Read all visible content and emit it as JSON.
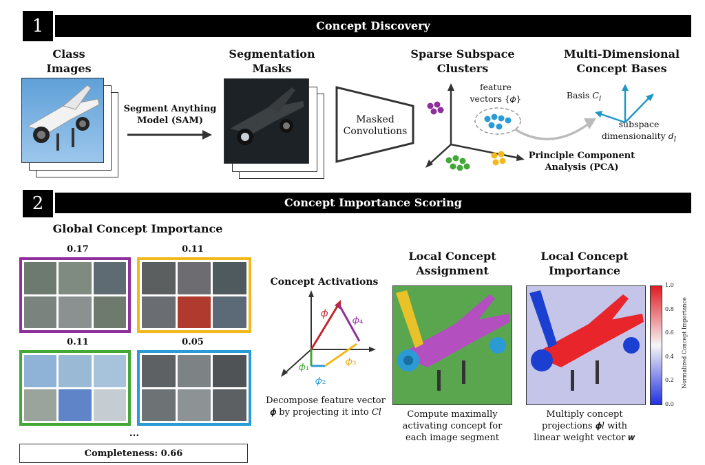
{
  "section1": {
    "number": "1",
    "title": "Concept Discovery"
  },
  "section2": {
    "number": "2",
    "title": "Concept Importance Scoring"
  },
  "stage1": {
    "class_images": "Class\nImages",
    "sam_label": "Segment Anything\nModel (SAM)",
    "seg_masks": "Segmentation\nMasks",
    "masked_conv": "Masked\nConvolutions",
    "clusters": "Sparse Subspace\nClusters",
    "feature_vectors": "feature\nvectors {𝜙}",
    "pca": "Principle Component\nAnalysis (PCA)",
    "bases": "Multi-Dimensional\nConcept Bases",
    "basis": "Basis 𝐶",
    "basis_sub": "𝑙",
    "subspace": "subspace\ndimensionality 𝑑",
    "subspace_sub": "𝑙"
  },
  "stage2": {
    "global_title": "Global Concept Importance",
    "scores": [
      "0.17",
      "0.11",
      "0.11",
      "0.05"
    ],
    "ellipsis": "...",
    "completeness": "Completeness: 0.66",
    "activations_title": "Concept Activations",
    "phi": "𝜙",
    "phi1": "𝜙₁",
    "phi2": "𝜙₂",
    "phi3": "𝜙₃",
    "phi4": "𝜙₄",
    "decompose": "Decompose feature vector\n𝝓 by projecting it into 𝐶𝑙",
    "assign_title": "Local Concept\nAssignment",
    "assign_cap": "Compute maximally\nactivating concept for\neach image segment",
    "importance_title": "Local Concept\nImportance",
    "importance_cap": "Multiply concept\nprojections 𝝓𝑙 with\nlinear weight vector 𝒘",
    "colorbar_label": "Normalized Concept Importance",
    "colorbar_ticks": [
      "1.0",
      "0.8",
      "0.6",
      "0.4",
      "0.2",
      "0.0"
    ]
  },
  "colors": {
    "purple": "#8e2f9c",
    "yellow": "#f2b81c",
    "green": "#43a838",
    "blue": "#2b9bd6",
    "red": "#d6202c",
    "arrow_blue": "#2196c9"
  }
}
